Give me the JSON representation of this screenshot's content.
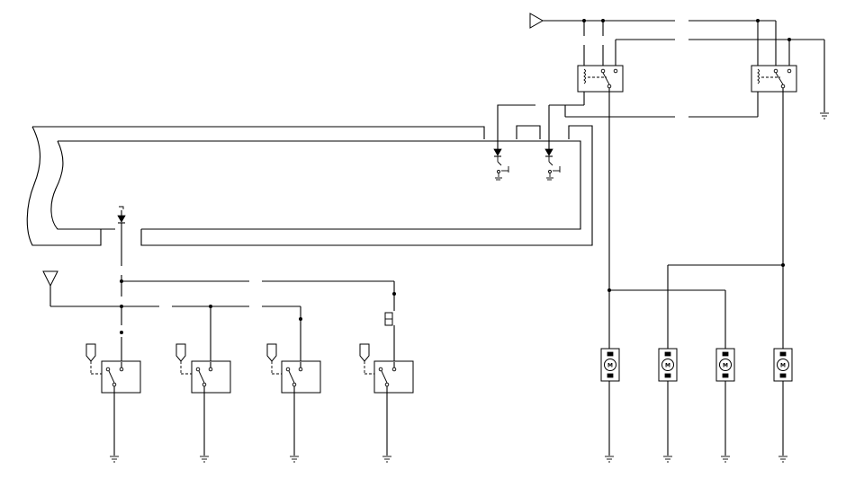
{
  "diagram": {
    "relay_count": 2,
    "motor_count": 4,
    "switch_module_count": 4,
    "motor_symbol_label": "M",
    "colors": {
      "line": "#000000",
      "background": "#ffffff"
    }
  }
}
